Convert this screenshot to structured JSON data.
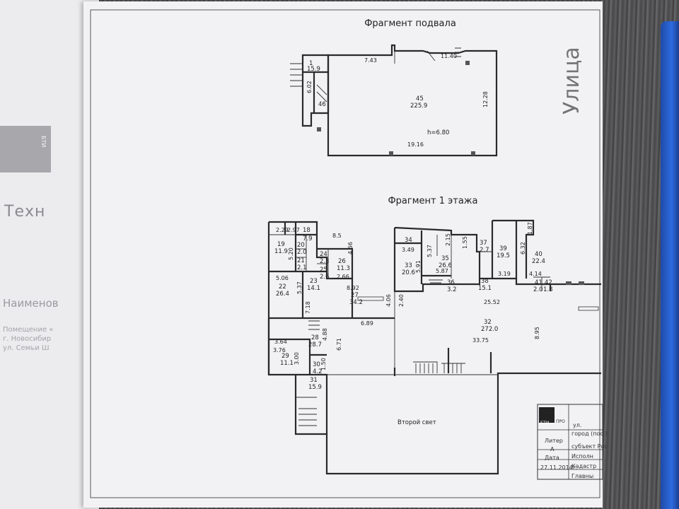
{
  "left_booklet": {
    "logo_text": "БТИ",
    "heading": "Техн",
    "section": "Наименов",
    "address_lines": [
      "Помещение «",
      "г. Новосибир",
      "ул. Семьи Ш"
    ]
  },
  "watermark": "Улица",
  "basement": {
    "title": "Фрагмент подвала",
    "dims": {
      "d743": "7.43",
      "d1140": "11.40",
      "d1228": "12.28",
      "d1916": "19.16",
      "d602": "6.02"
    },
    "rooms": [
      {
        "no": "1",
        "area": "15.9"
      },
      {
        "no": "46",
        "area": ""
      },
      {
        "no": "45",
        "area": "225.9"
      }
    ],
    "height": "h=6.80"
  },
  "floor1": {
    "title": "Фрагмент 1 этажа",
    "dims": {
      "d229": "2.29",
      "d297": "2.97",
      "d85": "8.5",
      "d466": "4.66",
      "d520": "5.20",
      "d506": "5.06",
      "d537": "5.37",
      "d718": "7.18",
      "d266": "2.66",
      "d892": "8.92",
      "d406": "4.06",
      "d240": "2.40",
      "d689": "6.89",
      "d364": "3.64",
      "d488": "4.88",
      "d671": "6.71",
      "d376": "3.76",
      "d300": "3.00",
      "d150": "1.50",
      "d591": "5.91",
      "d537b": "5.37",
      "d215": "2.15",
      "d155": "1.55",
      "d587": "5.87",
      "d349": "3.49",
      "d632": "6.32",
      "d187": "1.87",
      "d319": "3.19",
      "d414": "4.14",
      "d2552": "25.52",
      "d895": "8.95",
      "d3375": "33.75"
    },
    "rooms": [
      {
        "no": "18",
        "area": "7.9"
      },
      {
        "no": "19",
        "area": "11.9"
      },
      {
        "no": "20",
        "area": "2.0"
      },
      {
        "no": "21",
        "area": "2.1"
      },
      {
        "no": "22",
        "area": "26.4"
      },
      {
        "no": "23",
        "area": "14.1"
      },
      {
        "no": "24",
        "area": "2.3"
      },
      {
        "no": "25",
        "area": "2.6"
      },
      {
        "no": "26",
        "area": "11.3"
      },
      {
        "no": "27",
        "area": "34.2"
      },
      {
        "no": "28",
        "area": "28.7"
      },
      {
        "no": "29",
        "area": "11.1"
      },
      {
        "no": "30",
        "area": "4.2"
      },
      {
        "no": "31",
        "area": "15.9"
      },
      {
        "no": "32",
        "area": "272.0"
      },
      {
        "no": "33",
        "area": "20.6"
      },
      {
        "no": "34",
        "area": ""
      },
      {
        "no": "35",
        "area": "26.6"
      },
      {
        "no": "36",
        "area": "3.2"
      },
      {
        "no": "37",
        "area": "2.7"
      },
      {
        "no": "38",
        "area": "15.1"
      },
      {
        "no": "39",
        "area": "19.5"
      },
      {
        "no": "40",
        "area": "22.4"
      },
      {
        "no": "41",
        "area": "2.0"
      },
      {
        "no": "42",
        "area": "1.8"
      }
    ],
    "second_light": "Второй свет"
  },
  "stamp": {
    "logo": "БТИ",
    "logo_sub": "ПРО",
    "rows": [
      "ул.",
      "город (пос.)",
      "субъект Рос"
    ],
    "liter_label": "Литер",
    "liter_value": "А",
    "date_label": "Дата",
    "date_value": "27.11.2014г.",
    "right_rows": [
      "Исполн",
      "Кадастр",
      "Главны"
    ]
  }
}
